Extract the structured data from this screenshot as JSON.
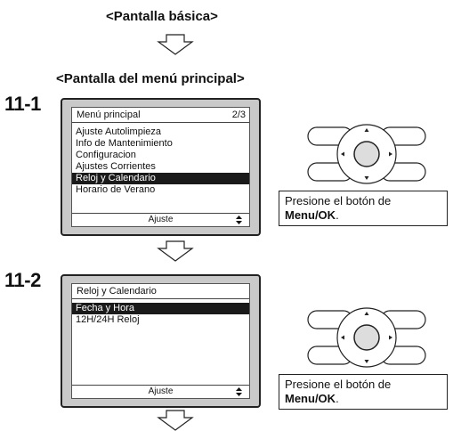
{
  "headings": {
    "basic_screen": "<Pantalla básica>",
    "main_menu_screen": "<Pantalla del menú principal>"
  },
  "steps": [
    {
      "label": "11-1",
      "screen": {
        "title": "Menú principal",
        "page": "2/3",
        "items": [
          "Ajuste Autolimpieza",
          "Info de Mantenimiento",
          "Configuracion",
          "Ajustes Corrientes",
          "Reloj y Calendario",
          "Horario de Verano"
        ],
        "selected_index": 4,
        "footer": "Ajuste"
      },
      "instruction": {
        "text": "Presione el botón de",
        "button_name": "Menu/OK",
        "suffix": "."
      }
    },
    {
      "label": "11-2",
      "screen": {
        "title": "Reloj y Calendario",
        "page": "",
        "items": [
          "Fecha y Hora",
          "12H/24H Reloj"
        ],
        "selected_index": 0,
        "footer": "Ajuste"
      },
      "instruction": {
        "text": "Presione el botón de",
        "button_name": "Menu/OK",
        "suffix": "."
      }
    }
  ],
  "icons": {
    "flow_arrow": "down-arrow-icon",
    "remote": "remote-control-buttons-icon",
    "footer_updown": "up-down-triangle-icon"
  }
}
